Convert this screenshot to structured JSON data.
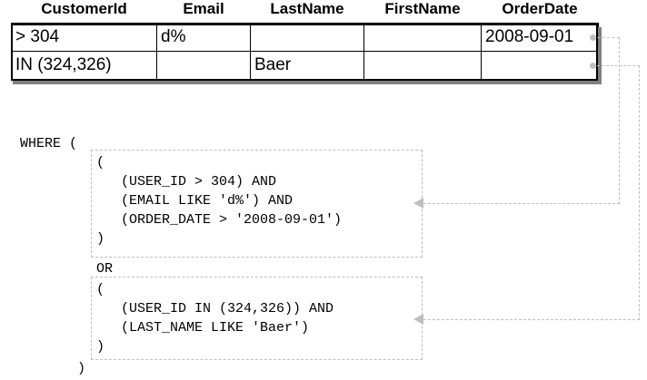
{
  "grid": {
    "columns": [
      "CustomerId",
      "Email",
      "LastName",
      "FirstName",
      "OrderDate"
    ],
    "rows": [
      {
        "CustomerId": "> 304",
        "Email": "d%",
        "LastName": "",
        "FirstName": "",
        "OrderDate": "2008-09-01"
      },
      {
        "CustomerId": "IN (324,326)",
        "Email": "",
        "LastName": "Baer",
        "FirstName": "",
        "OrderDate": ""
      }
    ]
  },
  "sql": {
    "where_line": "WHERE (",
    "block_a": "(\n   (USER_ID > 304) AND\n   (EMAIL LIKE 'd%') AND\n   (ORDER_DATE > '2008-09-01')\n)",
    "or_line": "OR",
    "block_b": "(\n   (USER_ID IN (324,326)) AND\n   (LAST_NAME LIKE 'Baer')\n)",
    "close_line": ")"
  },
  "connectors": [
    {
      "name": "row-1-to-block-a",
      "from": "OrderDate cell row 1",
      "to": "block_a",
      "color": "#bfbfbf"
    },
    {
      "name": "row-2-to-block-b",
      "from": "row 2",
      "to": "block_b",
      "color": "#bfbfbf"
    }
  ],
  "colors": {
    "border": "#000000",
    "shadow": "#808080",
    "connector": "#bfbfbf",
    "background": "#ffffff"
  }
}
